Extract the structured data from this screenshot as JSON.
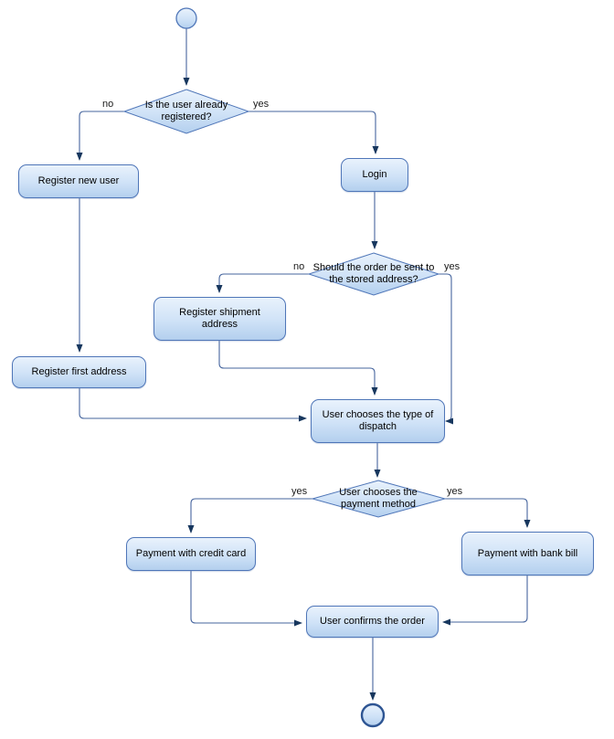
{
  "diagram": {
    "kind": "uml-activity-flowchart",
    "background_color": "#ffffff",
    "colors": {
      "node_border": "#4f76b8",
      "node_fill_top": "#e9f2fc",
      "node_fill_bottom": "#b3cfee",
      "edge_line": "#46659e",
      "arrowhead": "#17375e",
      "text": "#000000"
    },
    "nodes": [
      {
        "id": "start",
        "kind": "start-circle",
        "label": ""
      },
      {
        "id": "decision-registered",
        "kind": "decision",
        "label": "Is the user already registered?"
      },
      {
        "id": "register-new-user",
        "kind": "action",
        "label": "Register new user"
      },
      {
        "id": "login",
        "kind": "action",
        "label": "Login"
      },
      {
        "id": "decision-stored-address",
        "kind": "decision",
        "label": "Should the order be sent to the stored address?"
      },
      {
        "id": "register-shipment-address",
        "kind": "action",
        "label": "Register shipment address"
      },
      {
        "id": "register-first-address",
        "kind": "action",
        "label": "Register first address"
      },
      {
        "id": "choose-dispatch",
        "kind": "action",
        "label": "User chooses the type of dispatch"
      },
      {
        "id": "decision-payment",
        "kind": "decision",
        "label": "User chooses the payment method"
      },
      {
        "id": "payment-credit-card",
        "kind": "action",
        "label": "Payment with credit card"
      },
      {
        "id": "payment-bank-bill",
        "kind": "action",
        "label": "Payment with bank bill"
      },
      {
        "id": "confirm-order",
        "kind": "action",
        "label": "User confirms the order"
      },
      {
        "id": "end",
        "kind": "end-circle",
        "label": ""
      }
    ],
    "edge_labels": [
      {
        "id": "registered-no",
        "text": "no"
      },
      {
        "id": "registered-yes",
        "text": "yes"
      },
      {
        "id": "stored-addr-no",
        "text": "no"
      },
      {
        "id": "stored-addr-yes",
        "text": "yes"
      },
      {
        "id": "payment-left-yes",
        "text": "yes"
      },
      {
        "id": "payment-right-yes",
        "text": "yes"
      }
    ],
    "edges": [
      {
        "from": "start",
        "to": "decision-registered",
        "label": ""
      },
      {
        "from": "decision-registered",
        "to": "register-new-user",
        "label": "no"
      },
      {
        "from": "decision-registered",
        "to": "login",
        "label": "yes"
      },
      {
        "from": "register-new-user",
        "to": "register-first-address",
        "label": ""
      },
      {
        "from": "login",
        "to": "decision-stored-address",
        "label": ""
      },
      {
        "from": "decision-stored-address",
        "to": "register-shipment-address",
        "label": "no"
      },
      {
        "from": "decision-stored-address",
        "to": "choose-dispatch",
        "label": "yes"
      },
      {
        "from": "register-shipment-address",
        "to": "choose-dispatch",
        "label": ""
      },
      {
        "from": "register-first-address",
        "to": "choose-dispatch",
        "label": ""
      },
      {
        "from": "choose-dispatch",
        "to": "decision-payment",
        "label": ""
      },
      {
        "from": "decision-payment",
        "to": "payment-credit-card",
        "label": "yes"
      },
      {
        "from": "decision-payment",
        "to": "payment-bank-bill",
        "label": "yes"
      },
      {
        "from": "payment-credit-card",
        "to": "confirm-order",
        "label": ""
      },
      {
        "from": "payment-bank-bill",
        "to": "confirm-order",
        "label": ""
      },
      {
        "from": "confirm-order",
        "to": "end",
        "label": ""
      }
    ]
  }
}
